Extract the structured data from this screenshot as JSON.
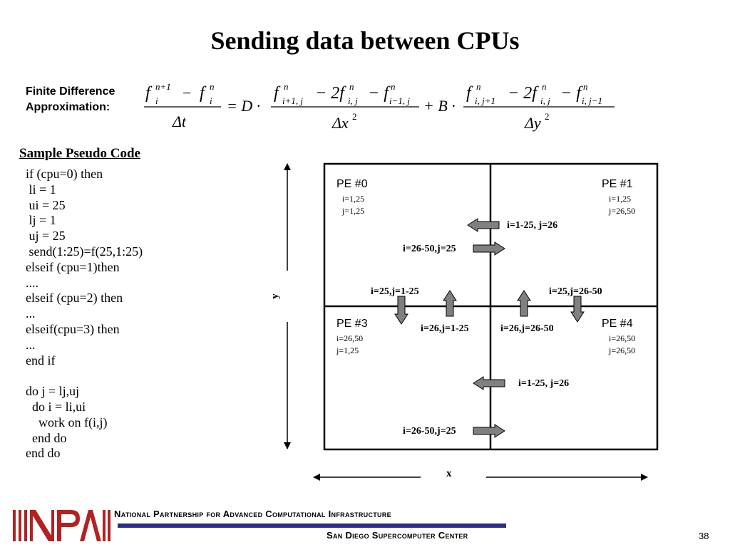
{
  "title": "Sending data between CPUs",
  "fd_label": [
    "Finite Difference",
    "Approximation:"
  ],
  "equation": {
    "t1_num_a": "f",
    "t1_num_a_sup": "n+1",
    "t1_num_a_sub": "i",
    "t1_minus": "−",
    "t1_num_b": "f",
    "t1_num_b_sup": "n",
    "t1_num_b_sub": "i",
    "t1_den": "Δt",
    "eq": "= D ·",
    "t2_a": "f",
    "t2_a_sup": "n",
    "t2_a_sub": "i+1, j",
    "t2_b": "− 2f",
    "t2_b_sup": "n",
    "t2_b_sub": "i, j",
    "t2_c": "− f",
    "t2_c_sup": "n",
    "t2_c_sub": "i−1, j",
    "t2_den": "Δx",
    "t2_den_sup": "2",
    "plus": "+ B ·",
    "t3_a": "f",
    "t3_a_sup": "n",
    "t3_a_sub": "i, j+1",
    "t3_b": "− 2f",
    "t3_b_sup": "n",
    "t3_b_sub": "i, j",
    "t3_c": "− f",
    "t3_c_sup": "n",
    "t3_c_sub": "i, j−1",
    "t3_den": "Δy",
    "t3_den_sup": "2"
  },
  "code_heading": "Sample Pseudo Code",
  "code": "if (cpu=0) then\n li = 1\n ui = 25\n lj = 1\n uj = 25\n send(1:25)=f(25,1:25)\nelseif (cpu=1)then\n....\nelseif (cpu=2) then\n...\nelseif(cpu=3) then\n...\nend if\n\ndo j = lj,uj\n  do i = li,ui\n    work on f(i,j)\n  end do\nend do",
  "pes": [
    {
      "name": "PE #0",
      "i": "i=1,25",
      "j": "j=1,25"
    },
    {
      "name": "PE #1",
      "i": "i=1,25",
      "j": "j=26,50"
    },
    {
      "name": "PE #3",
      "i": "i=26,50",
      "j": "j=1,25"
    },
    {
      "name": "PE #4",
      "i": "i=26,50",
      "j": "j=26,50"
    }
  ],
  "transfers": {
    "top_left": "i=1-25, j=26",
    "top_right": "i=26-50,j=25",
    "mid_left": "i=25,j=1-25",
    "mid_right": "i=25,j=26-50",
    "bot_row_left": "i=26,j=1-25",
    "bot_row_right": "i=26,j=26-50",
    "bot_left_arrow": "i=1-25, j=26",
    "bot_right_arrow": "i=26-50,j=25"
  },
  "axes": {
    "x": "x",
    "y": "y"
  },
  "footer": {
    "line1": "National Partnership for Advanced Computational Infrastructure",
    "line2": "San Diego Supercomputer Center",
    "logo_text": "NPACI"
  },
  "page_number": "38",
  "colors": {
    "arrow_fill": "#808080",
    "footer_bar": "#2a2d8f",
    "logo_red": "#b22222"
  }
}
